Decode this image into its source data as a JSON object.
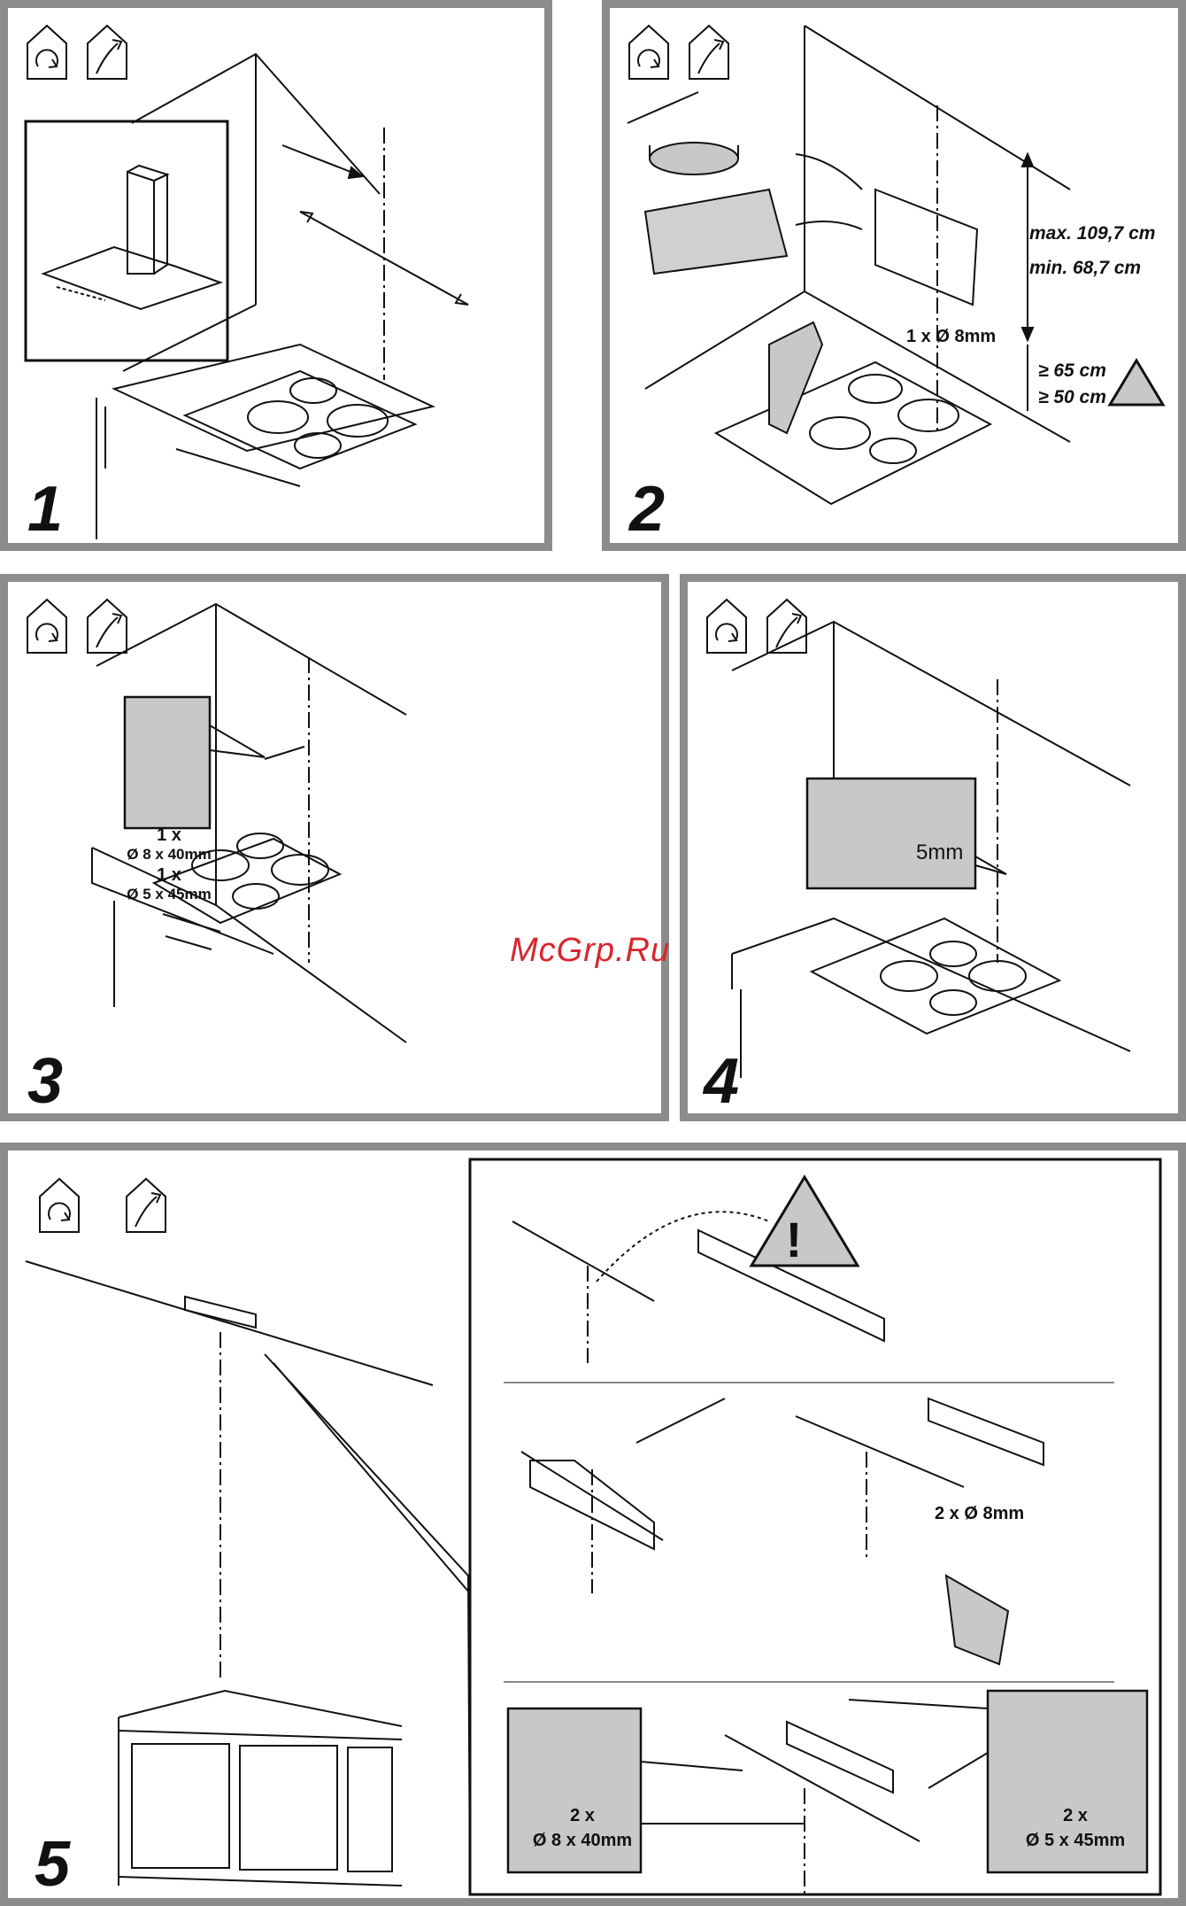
{
  "panels": [
    {
      "id": 1,
      "step": "1"
    },
    {
      "id": 2,
      "step": "2",
      "labels": {
        "max": "max. 109,7 cm",
        "min": "min. 68,7 cm",
        "drill": "1 x Ø 8mm",
        "gas": "≥ 65 cm",
        "electric": "≥ 50 cm"
      }
    },
    {
      "id": 3,
      "step": "3",
      "labels": {
        "plug_qty": "1 x",
        "plug_size": "Ø 8 x 40mm",
        "screw_qty": "1 x",
        "screw_size": "Ø 5 x 45mm"
      }
    },
    {
      "id": 4,
      "step": "4",
      "labels": {
        "gap": "5mm"
      }
    },
    {
      "id": 5,
      "step": "5",
      "labels": {
        "drill": "2 x Ø 8mm",
        "plug_qty": "2 x",
        "plug_size": "Ø 8 x 40mm",
        "screw_qty": "2 x",
        "screw_size": "Ø 5 x 45mm",
        "warning": "!"
      }
    }
  ],
  "watermark": "McGrp.Ru",
  "icons": [
    "recirculation-mode-icon",
    "extraction-mode-icon"
  ],
  "colors": {
    "frame": "#8c8c8c",
    "callout_fill": "#c8c8c8",
    "watermark": "#d7262d"
  }
}
